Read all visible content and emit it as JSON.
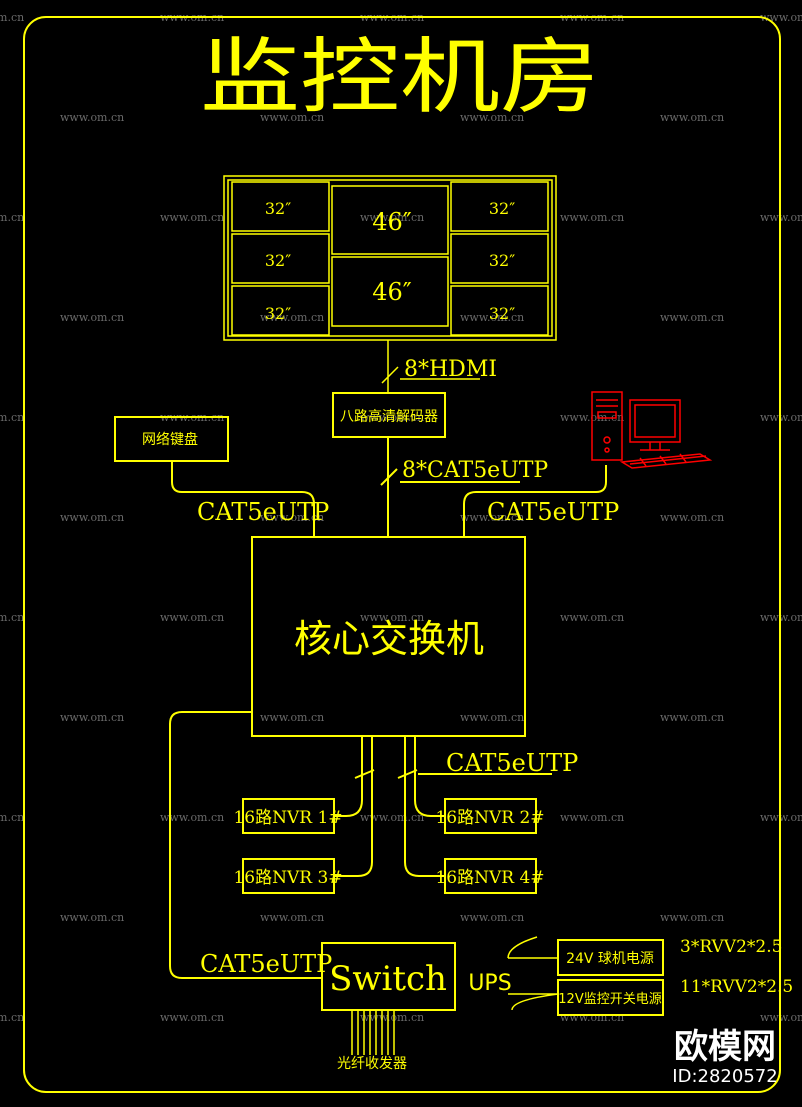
{
  "colors": {
    "background": "#000000",
    "line": "#ffff00",
    "text": "#ffff00",
    "pc": "#ff0000",
    "watermark": "#6a6a6a",
    "brand": "#ffffff"
  },
  "title": "监控机房",
  "video_wall": {
    "small_size": "32″",
    "large_size": "46″"
  },
  "links": {
    "hdmi": "8*HDMI",
    "decoder_to_switch": "8*CAT5eUTP",
    "keyboard_to_switch": "CAT5eUTP",
    "pc_to_switch": "CAT5eUTP",
    "switch_to_nvr": "CAT5eUTP",
    "core_to_switch": "CAT5eUTP"
  },
  "decoder": "八路高清解码器",
  "keyboard": "网络键盘",
  "core_switch": "核心交换机",
  "nvr": [
    "16路NVR 1#",
    "16路NVR 2#",
    "16路NVR 3#",
    "16路NVR 4#"
  ],
  "access_switch": "Switch",
  "ups": "UPS",
  "power": {
    "dome_power": "24V 球机电源",
    "monitor_power": "12V监控开关电源",
    "cable_1": "3*RVV2*2.5",
    "cable_2": "11*RVV2*2.5"
  },
  "fiber_transceiver": "光纤收发器",
  "watermark": {
    "brand": "欧模网",
    "url": "www.om.cn",
    "id": "ID:2820572"
  }
}
